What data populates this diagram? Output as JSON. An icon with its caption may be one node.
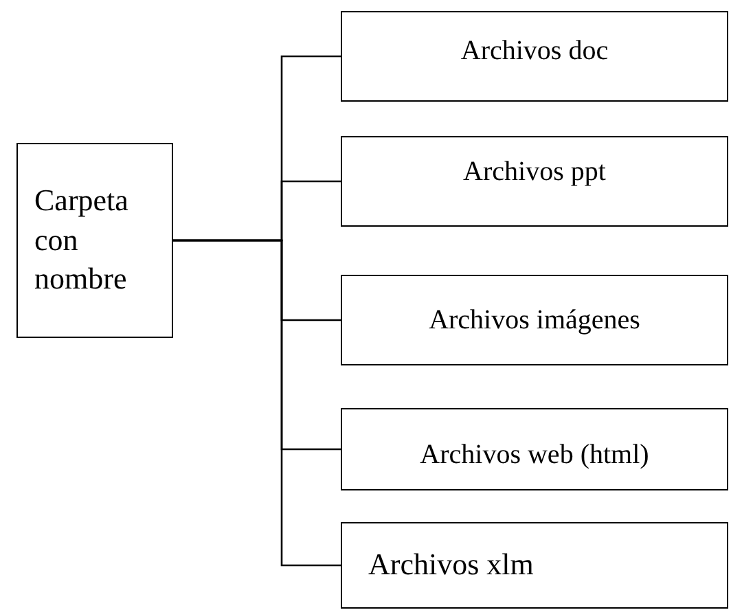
{
  "diagram": {
    "nodes": [
      {
        "text": [
          "Carpeta con nombre"
        ]
      },
      {
        "text": [
          "Archivos doc"
        ]
      },
      {
        "text": [
          "Archivos ppt"
        ]
      },
      {
        "text": [
          "Archivos imágenes"
        ]
      },
      {
        "text": [
          "Archivos web (html)"
        ]
      },
      {
        "text": [
          "Archivos xlm"
        ]
      }
    ],
    "edges": [
      {
        "from": 0,
        "to": 1,
        "arrow": "none"
      },
      {
        "from": 0,
        "to": 2,
        "arrow": "none"
      },
      {
        "from": 0,
        "to": 3,
        "arrow": "none"
      },
      {
        "from": 0,
        "to": 4,
        "arrow": "none"
      },
      {
        "from": 0,
        "to": 5,
        "arrow": "none"
      }
    ]
  }
}
